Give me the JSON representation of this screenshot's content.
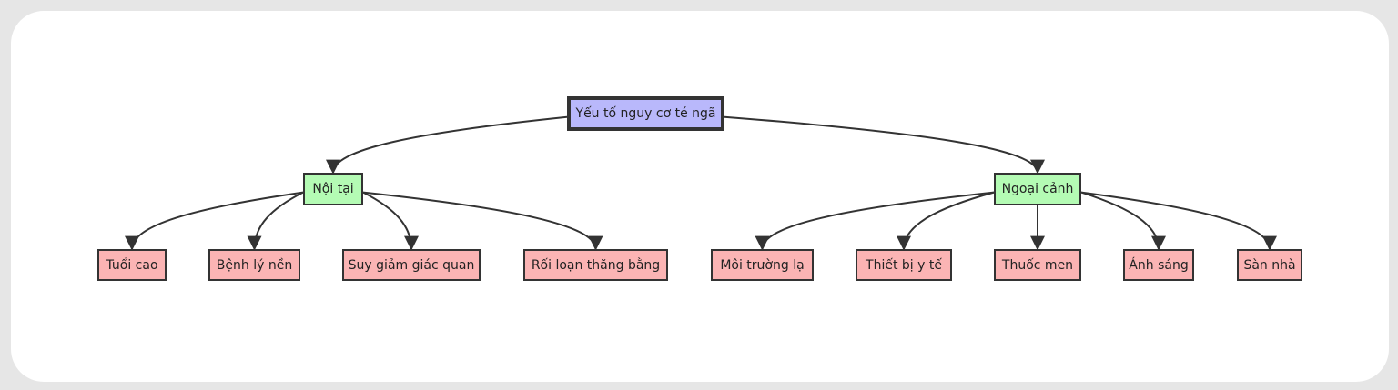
{
  "diagram": {
    "root": {
      "label": "Yếu tố nguy cơ té ngã",
      "color": "#b9b8fb"
    },
    "branches": [
      {
        "label": "Nội tại",
        "color": "#b4fbb4",
        "children": [
          "Tuổi cao",
          "Bệnh lý nền",
          "Suy giảm giác quan",
          "Rối loạn thăng bằng"
        ]
      },
      {
        "label": "Ngoại cảnh",
        "color": "#b4fbb4",
        "children": [
          "Môi trường lạ",
          "Thiết bị y tế",
          "Thuốc men",
          "Ánh sáng",
          "Sàn nhà"
        ]
      }
    ],
    "leaf_color": "#fbb4b4",
    "edge_color": "#333333"
  }
}
